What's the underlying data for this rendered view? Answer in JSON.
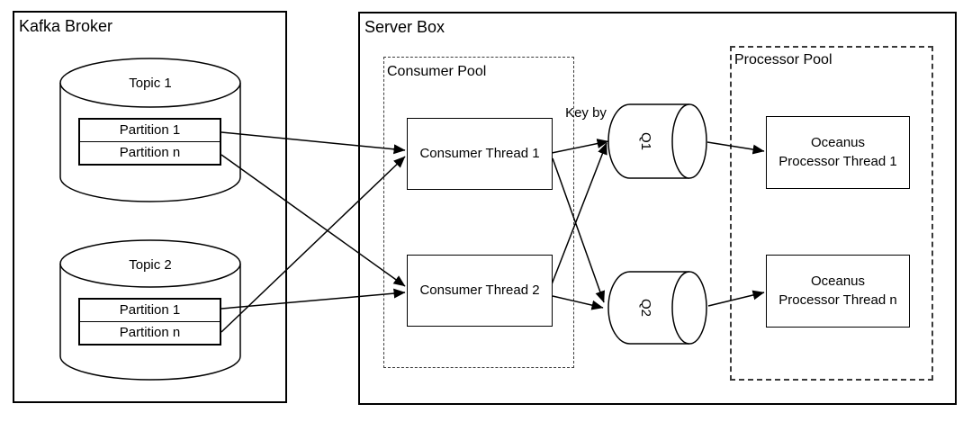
{
  "kafka": {
    "title": "Kafka Broker",
    "topics": [
      {
        "name": "Topic 1",
        "partitions": [
          "Partition 1",
          "Partition n"
        ]
      },
      {
        "name": "Topic 2",
        "partitions": [
          "Partition 1",
          "Partition n"
        ]
      }
    ]
  },
  "server": {
    "title": "Server Box",
    "consumer_pool": {
      "title": "Consumer Pool",
      "threads": [
        "Consumer Thread 1",
        "Consumer Thread 2"
      ]
    },
    "key_by_label": "Key by",
    "queues": [
      "Q1",
      "Q2"
    ],
    "processor_pool": {
      "title": "Processor Pool",
      "threads": [
        "Oceanus\nProcessor Thread 1",
        "Oceanus\nProcessor Thread n"
      ]
    }
  },
  "colors": {
    "stroke": "#000000",
    "dashed_border": "#3a3a3a",
    "background": "#ffffff"
  }
}
